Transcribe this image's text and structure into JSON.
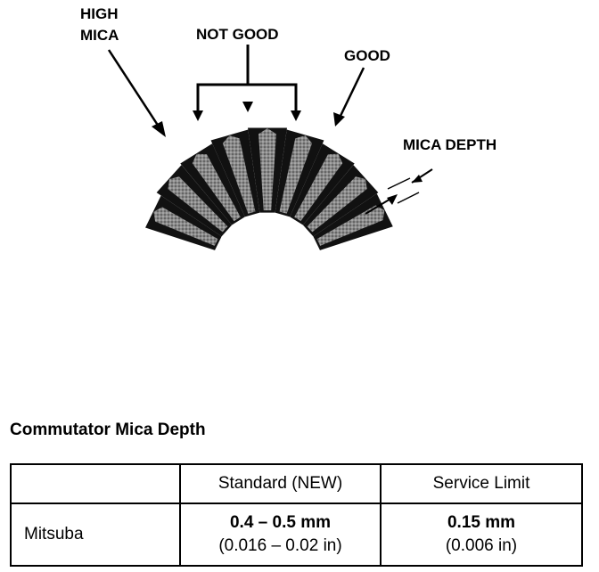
{
  "diagram": {
    "labels": {
      "high_mica": [
        "HIGH",
        "MICA"
      ],
      "not_good": "NOT GOOD",
      "good": "GOOD",
      "mica_depth": "MICA DEPTH"
    }
  },
  "section_title": "Commutator Mica Depth",
  "table": {
    "headers": [
      "",
      "Standard (NEW)",
      "Service Limit"
    ],
    "rows": [
      {
        "name": "Mitsuba",
        "standard": {
          "mm": "0.4 – 0.5 mm",
          "in": "(0.016 – 0.02 in)"
        },
        "limit": {
          "mm": "0.15 mm",
          "in": "(0.006 in)"
        }
      }
    ]
  }
}
